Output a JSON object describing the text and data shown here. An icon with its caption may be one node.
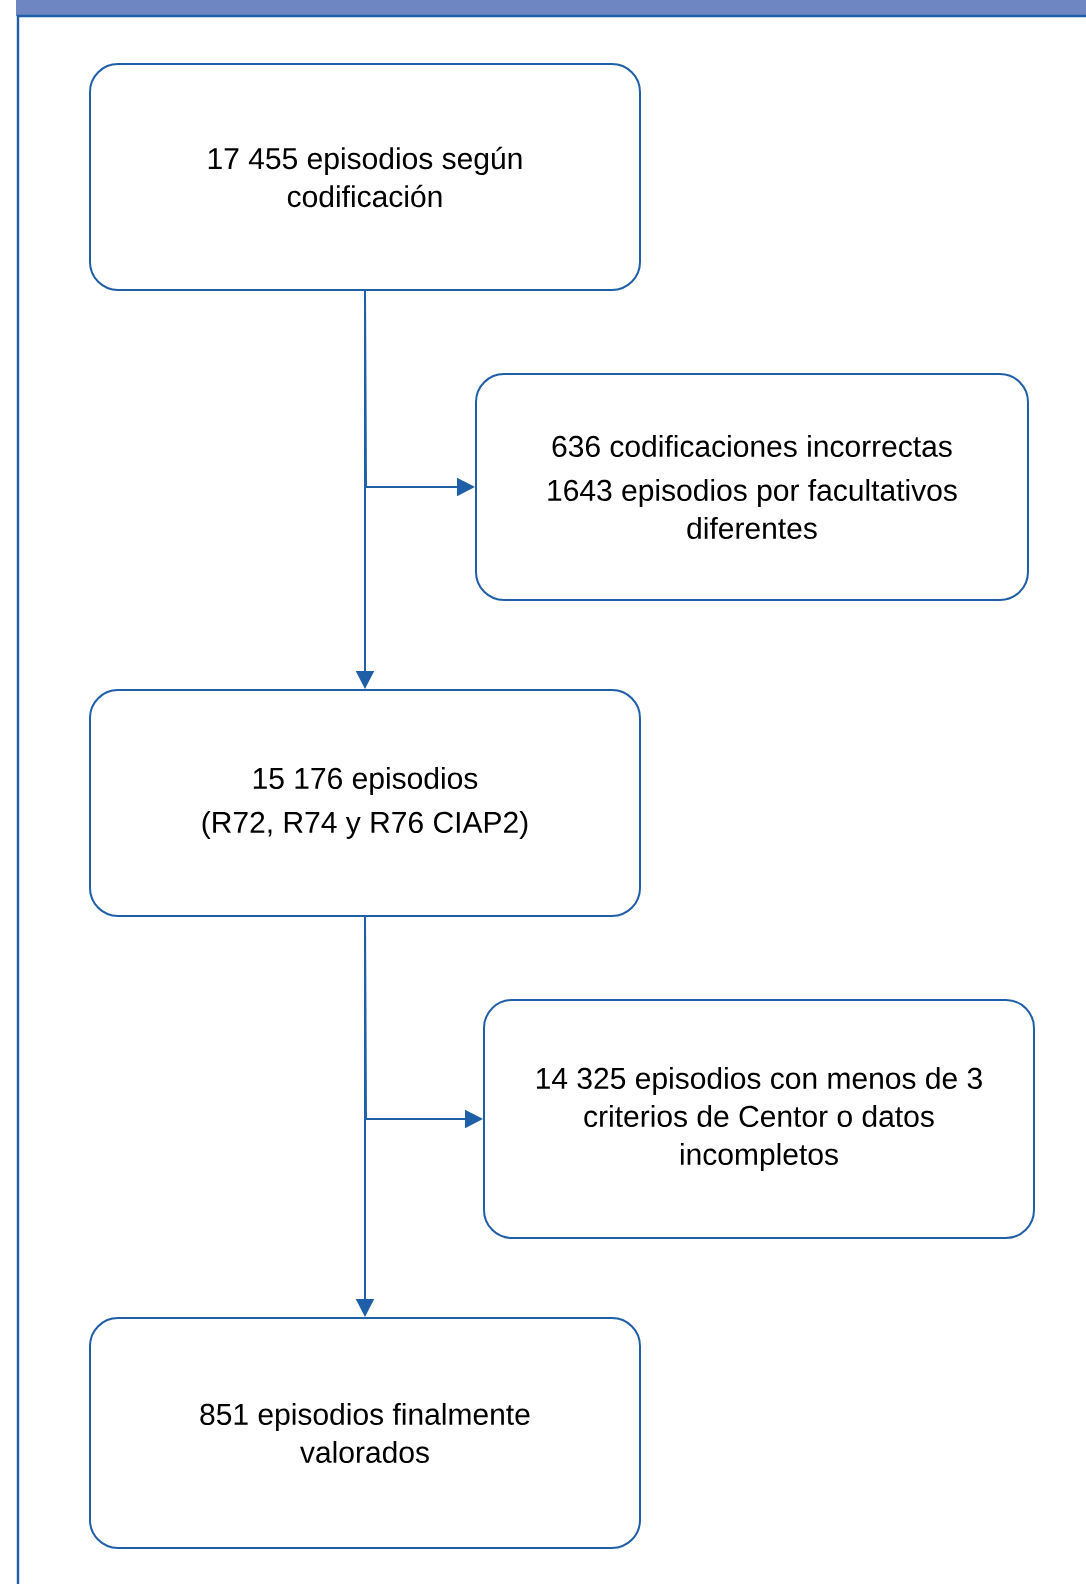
{
  "diagram": {
    "nodes": [
      {
        "text": [
          "17 455 episodios según codificación"
        ]
      },
      {
        "text": [
          "636 codificaciones incorrectas",
          "1643 episodios por facultativos diferentes"
        ]
      },
      {
        "text": [
          "15 176 episodios",
          "(R72, R74 y R76 CIAP2)"
        ]
      },
      {
        "text": [
          "14 325 episodios con menos de 3 criterios de Centor o datos incompletos"
        ]
      },
      {
        "text": [
          "851 episodios finalmente valorados"
        ]
      }
    ],
    "edges": [
      {
        "from": 0,
        "to": 2,
        "arrow": "to"
      },
      {
        "from": 0,
        "to": 1,
        "arrow": "to"
      },
      {
        "from": 2,
        "to": 4,
        "arrow": "to"
      },
      {
        "from": 2,
        "to": 3,
        "arrow": "to"
      }
    ]
  }
}
